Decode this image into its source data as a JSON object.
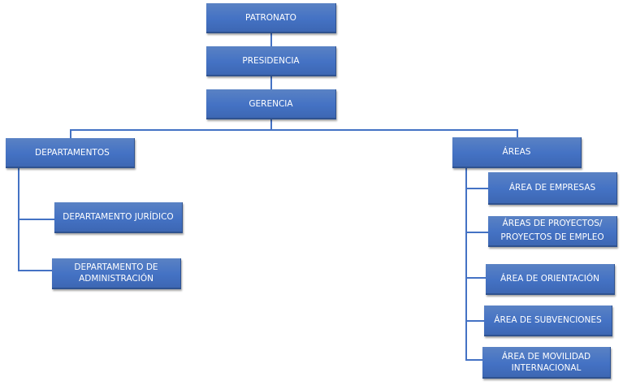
{
  "diagram": {
    "patronato": "PATRONATO",
    "presidencia": "PRESIDENCIA",
    "gerencia": "GERENCIA",
    "departamentos": {
      "title": "DEPARTAMENTOS",
      "items": [
        "DEPARTAMENTO JURÍDICO",
        "DEPARTAMENTO DE ADMINISTRACIÓN"
      ]
    },
    "areas": {
      "title": "ÁREAS",
      "items": [
        "ÁREA DE EMPRESAS",
        "ÁREAS DE PROYECTOS/ PROYECTOS DE EMPLEO",
        "ÁREA DE ORIENTACIÓN",
        "ÁREA DE SUBVENCIONES",
        "ÁREA DE MOVILIDAD INTERNACIONAL"
      ]
    }
  },
  "colors": {
    "box_fill": "#4472c4",
    "box_border": "#2f528f",
    "connector": "#4472c4",
    "text": "#ffffff"
  }
}
